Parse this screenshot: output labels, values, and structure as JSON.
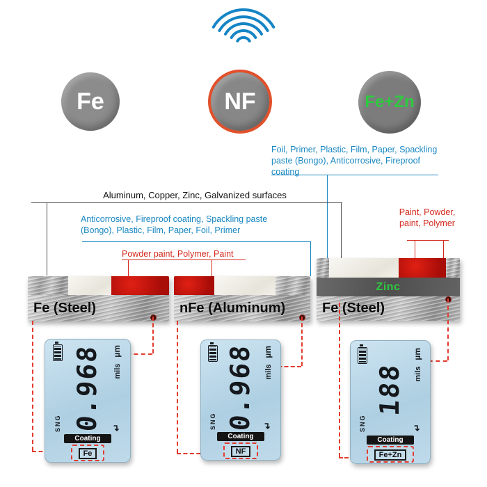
{
  "circles": {
    "fe": {
      "label": "Fe"
    },
    "nf": {
      "label": "NF"
    },
    "fezn": {
      "label": "Fe+Zn"
    }
  },
  "annotations": {
    "nf_coatings_right": "Foil, Primer, Plastic, Film, Paper, Spackling paste (Bongo), Anticorrosive, Fireproof coating",
    "nf_bases": "Aluminum, Copper, Zinc, Galvanized surfaces",
    "fe_coatings": "Anticorrosive, Fireproof coating, Spackling paste (Bongo), Plastic, Film, Paper, Foil, Primer",
    "fe_paints": "Powder paint, Polymer, Paint",
    "fezn_paints": "Paint, Powder, paint, Polymer"
  },
  "bars": {
    "left": {
      "label": "Fe (Steel)"
    },
    "center": {
      "label": "nFe (Aluminum)"
    },
    "right": {
      "label": "Fe (Steel)",
      "zinc": "Zinc"
    }
  },
  "displays": {
    "left": {
      "sng": "SNG",
      "value": "0.968",
      "um": "µm",
      "mils": "mils",
      "arrow": "↵",
      "coating": "Coating",
      "mode": "Fe"
    },
    "center": {
      "sng": "SNG",
      "value": "0.968",
      "um": "µm",
      "mils": "mils",
      "arrow": "↵",
      "coating": "Coating",
      "mode": "NF"
    },
    "right": {
      "sng": "SNG",
      "value": "188",
      "um": "µm",
      "mils": "mils",
      "arrow": "↵",
      "coating": "Coating",
      "mode": "Fe+Zn"
    }
  },
  "colors": {
    "annotation_blue": "#1887c0",
    "annotation_red": "#d42a1e",
    "dashed_connector_red": "#e23b2e",
    "zinc_green": "#2ec940",
    "nf_ring_orange": "#e2502a",
    "lcd_background": "#b9d6e8"
  }
}
